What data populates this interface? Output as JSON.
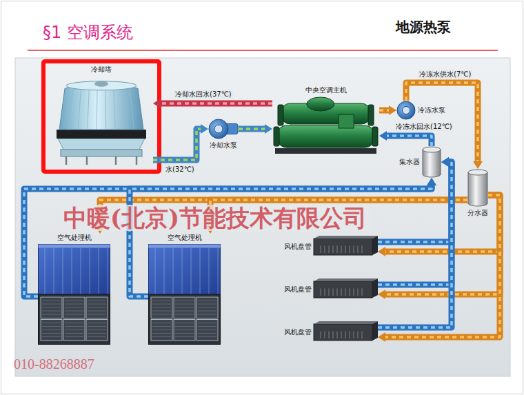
{
  "diagram": {
    "title": "§1 空调系统",
    "nodes": [
      {
        "text": [
          "冷却塔"
        ]
      },
      {
        "text": [
          "冷却水泵"
        ]
      },
      {
        "text": [
          "中央空调主机"
        ]
      },
      {
        "text": [
          "冷冻水泵"
        ]
      },
      {
        "text": [
          "集水器"
        ]
      },
      {
        "text": [
          "分水器"
        ]
      },
      {
        "text": [
          "空气处理机"
        ]
      },
      {
        "text": [
          "空气处理机"
        ]
      },
      {
        "text": [
          "风机盘管"
        ]
      },
      {
        "text": [
          "风机盘管"
        ]
      },
      {
        "text": [
          "风机盘管"
        ]
      }
    ],
    "edges": [
      {
        "from": 2,
        "to": 0,
        "arrow": "to",
        "label": "冷却水回水(37℃)"
      },
      {
        "from": 0,
        "to": 1,
        "arrow": "to",
        "label": "水(32℃)"
      },
      {
        "from": 1,
        "to": 2,
        "arrow": "to"
      },
      {
        "from": 2,
        "to": 3,
        "arrow": "to"
      },
      {
        "from": 3,
        "to": 5,
        "arrow": "to",
        "label": "冷冻水供水(7℃)"
      },
      {
        "from": 4,
        "to": 2,
        "arrow": "to",
        "label": "冷冻水回水(12℃)"
      },
      {
        "from": 5,
        "to": 6,
        "arrow": "to"
      },
      {
        "from": 5,
        "to": 7,
        "arrow": "to"
      },
      {
        "from": 5,
        "to": 8,
        "arrow": "to"
      },
      {
        "from": 5,
        "to": 9,
        "arrow": "to"
      },
      {
        "from": 5,
        "to": 10,
        "arrow": "to"
      },
      {
        "from": 6,
        "to": 4,
        "arrow": "to"
      },
      {
        "from": 7,
        "to": 4,
        "arrow": "to"
      },
      {
        "from": 8,
        "to": 4,
        "arrow": "to"
      },
      {
        "from": 9,
        "to": 4,
        "arrow": "to"
      },
      {
        "from": 10,
        "to": 4,
        "arrow": "to"
      }
    ],
    "labels": [
      "地源热泵",
      "中暖(北京)节能技术有限公司",
      "010-88268887"
    ]
  }
}
